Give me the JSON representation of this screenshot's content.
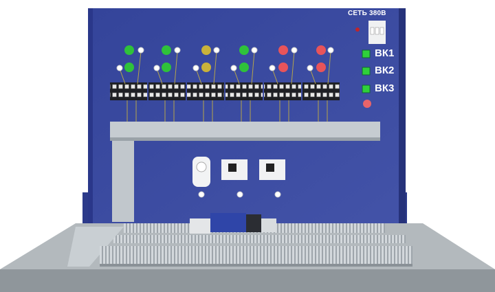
{
  "panel": {
    "supply_label": "СЕТЬ 380В",
    "switch_labels": [
      "ВК1",
      "ВК2",
      "ВК3"
    ],
    "button_columns": [
      "green",
      "green",
      "yellow",
      "green",
      "red",
      "red"
    ],
    "colors": {
      "panel": "#3a4aa0",
      "green": "#2fc23a",
      "yellow": "#c9b23a",
      "red": "#e8545a",
      "duct": "#c7cdd2",
      "base": "#a9afb3"
    }
  }
}
